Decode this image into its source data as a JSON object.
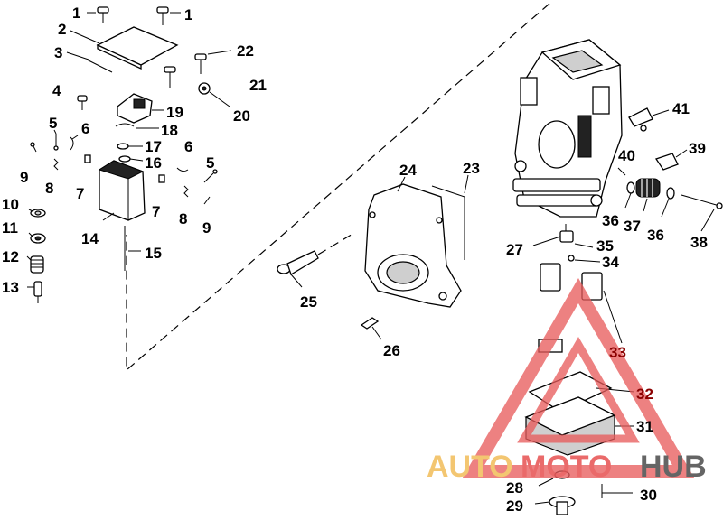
{
  "diagram": {
    "callouts": {
      "c1a": "1",
      "c1b": "1",
      "c2": "2",
      "c3": "3",
      "c4": "4",
      "c5a": "5",
      "c5b": "5",
      "c6a": "6",
      "c6b": "6",
      "c7a": "7",
      "c7b": "7",
      "c8a": "8",
      "c8b": "8",
      "c9a": "9",
      "c9b": "9",
      "c10": "10",
      "c11": "11",
      "c12": "12",
      "c13": "13",
      "c14": "14",
      "c15": "15",
      "c16": "16",
      "c17": "17",
      "c18": "18",
      "c19": "19",
      "c20": "20",
      "c21": "21",
      "c22": "22",
      "c23": "23",
      "c24": "24",
      "c25": "25",
      "c26": "26",
      "c27": "27",
      "c28": "28",
      "c29": "29",
      "c30": "30",
      "c31": "31",
      "c32": "32",
      "c33": "33",
      "c34": "34",
      "c35": "35",
      "c36a": "36",
      "c36b": "36",
      "c37": "37",
      "c38": "38",
      "c39": "39",
      "c40": "40",
      "c41": "41"
    }
  },
  "watermark": {
    "auto": "AUTO",
    "moto": "MOTO",
    "hub": "HUB",
    "colors": {
      "triangle": "#e85a5a",
      "auto": "#f2c062",
      "hub": "#555555"
    }
  }
}
